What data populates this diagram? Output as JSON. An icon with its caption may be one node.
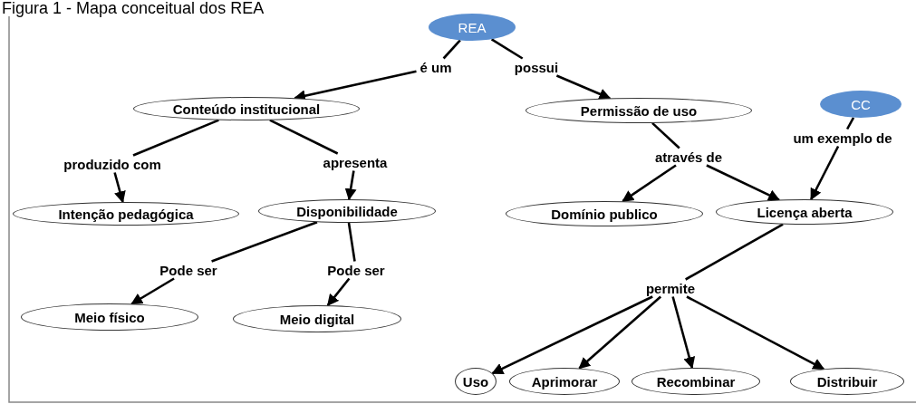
{
  "diagram": {
    "title": "Figura 1 - Mapa conceitual dos REA",
    "nodes": [
      {
        "text": [
          "REA"
        ]
      },
      {
        "text": [
          "é um"
        ]
      },
      {
        "text": [
          "possui"
        ]
      },
      {
        "text": [
          "Conteúdo institucional"
        ]
      },
      {
        "text": [
          "Permissão de uso"
        ]
      },
      {
        "text": [
          "CC"
        ]
      },
      {
        "text": [
          "produzido com"
        ]
      },
      {
        "text": [
          "apresenta"
        ]
      },
      {
        "text": [
          "através de"
        ]
      },
      {
        "text": [
          "um exemplo de"
        ]
      },
      {
        "text": [
          "Intenção pedagógica"
        ]
      },
      {
        "text": [
          "Disponibilidade"
        ]
      },
      {
        "text": [
          "Domínio publico"
        ]
      },
      {
        "text": [
          "Licença aberta"
        ]
      },
      {
        "text": [
          "Pode ser"
        ]
      },
      {
        "text": [
          "Pode ser"
        ]
      },
      {
        "text": [
          "Meio físico"
        ]
      },
      {
        "text": [
          "Meio digital"
        ]
      },
      {
        "text": [
          "permite"
        ]
      },
      {
        "text": [
          "Uso"
        ]
      },
      {
        "text": [
          "Aprimorar"
        ]
      },
      {
        "text": [
          "Recombinar"
        ]
      },
      {
        "text": [
          "Distribuir"
        ]
      }
    ],
    "edges": [
      {
        "from": 0,
        "to": 1,
        "arrow": "none"
      },
      {
        "from": 1,
        "to": 3,
        "arrow": "to"
      },
      {
        "from": 0,
        "to": 2,
        "arrow": "none"
      },
      {
        "from": 2,
        "to": 4,
        "arrow": "to"
      },
      {
        "from": 3,
        "to": 6,
        "arrow": "none"
      },
      {
        "from": 6,
        "to": 10,
        "arrow": "to"
      },
      {
        "from": 3,
        "to": 7,
        "arrow": "none"
      },
      {
        "from": 7,
        "to": 11,
        "arrow": "to"
      },
      {
        "from": 4,
        "to": 8,
        "arrow": "none"
      },
      {
        "from": 8,
        "to": 12,
        "arrow": "to"
      },
      {
        "from": 8,
        "to": 13,
        "arrow": "to"
      },
      {
        "from": 5,
        "to": 9,
        "arrow": "none"
      },
      {
        "from": 9,
        "to": 13,
        "arrow": "to"
      },
      {
        "from": 11,
        "to": 14,
        "arrow": "none"
      },
      {
        "from": 14,
        "to": 16,
        "arrow": "to"
      },
      {
        "from": 11,
        "to": 15,
        "arrow": "none"
      },
      {
        "from": 15,
        "to": 17,
        "arrow": "to"
      },
      {
        "from": 13,
        "to": 18,
        "arrow": "none"
      },
      {
        "from": 18,
        "to": 19,
        "arrow": "to"
      },
      {
        "from": 18,
        "to": 20,
        "arrow": "to"
      },
      {
        "from": 18,
        "to": 21,
        "arrow": "to"
      },
      {
        "from": 18,
        "to": 22,
        "arrow": "to"
      }
    ]
  }
}
